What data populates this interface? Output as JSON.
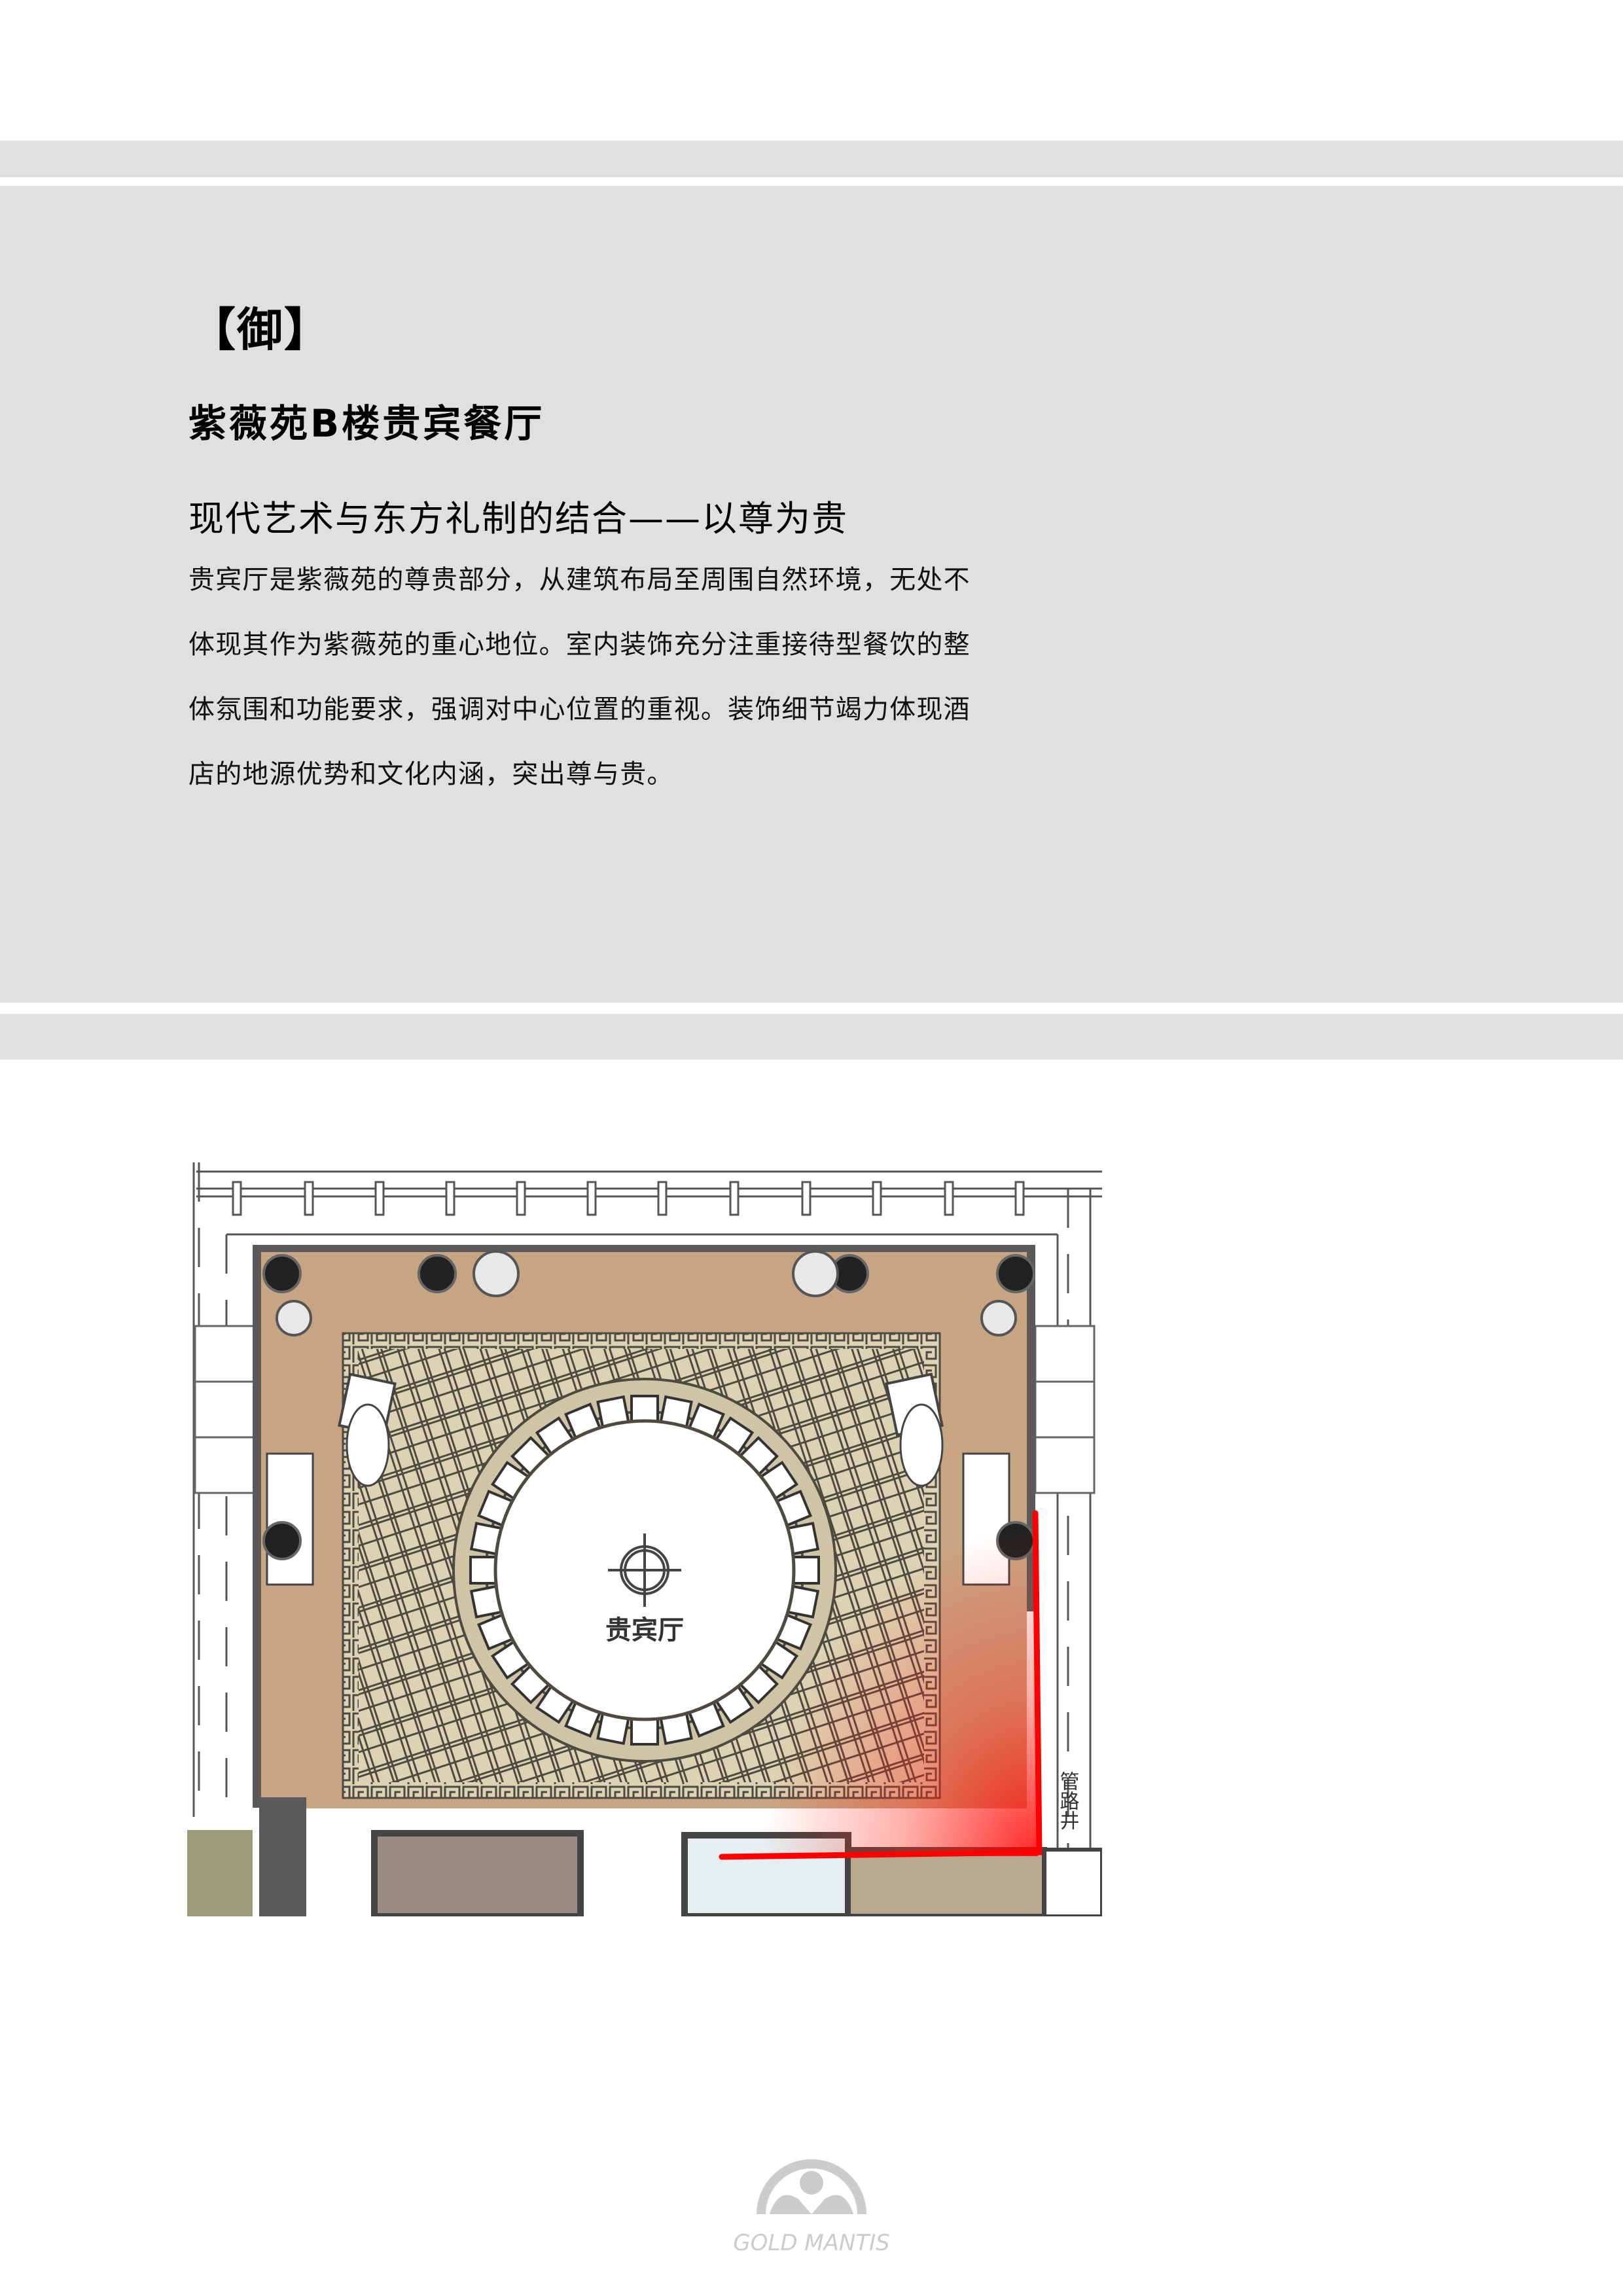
{
  "header": {
    "section_mark": "【御】",
    "hall_title": "紫薇苑B楼贵宾餐厅"
  },
  "intro": {
    "tagline": "现代艺术与东方礼制的结合——以尊为贵",
    "paragraph_lines": [
      "贵宾厅是紫薇苑的尊贵部分，从建筑布局至周围自然环境，无处不",
      "体现其作为紫薇苑的重心地位。室内装饰充分注重接待型餐饮的整",
      "体氛围和功能要求，强调对中心位置的重视。装饰细节竭力体现酒",
      "店的地源优势和文化内涵，突出尊与贵。"
    ]
  },
  "floor_plan": {
    "room_label": "贵宾厅",
    "shaft_label": "管路井",
    "chair_count": 32,
    "colors": {
      "floor_tan": "#c8a582",
      "rug_beige": "#ddd3b4",
      "rug_lines": "#4e4a40",
      "wall_gray": "#5a5a5a",
      "side_room_brown": "#9b8a82",
      "bath_blue": "#e6eef2",
      "shaft_room": "#b9a890",
      "green_room": "#9a9c7a",
      "highlight_red": "#ff0000"
    }
  },
  "footer": {
    "logo_text": "GOLD MANTIS",
    "logo_color": "#cccccc"
  }
}
